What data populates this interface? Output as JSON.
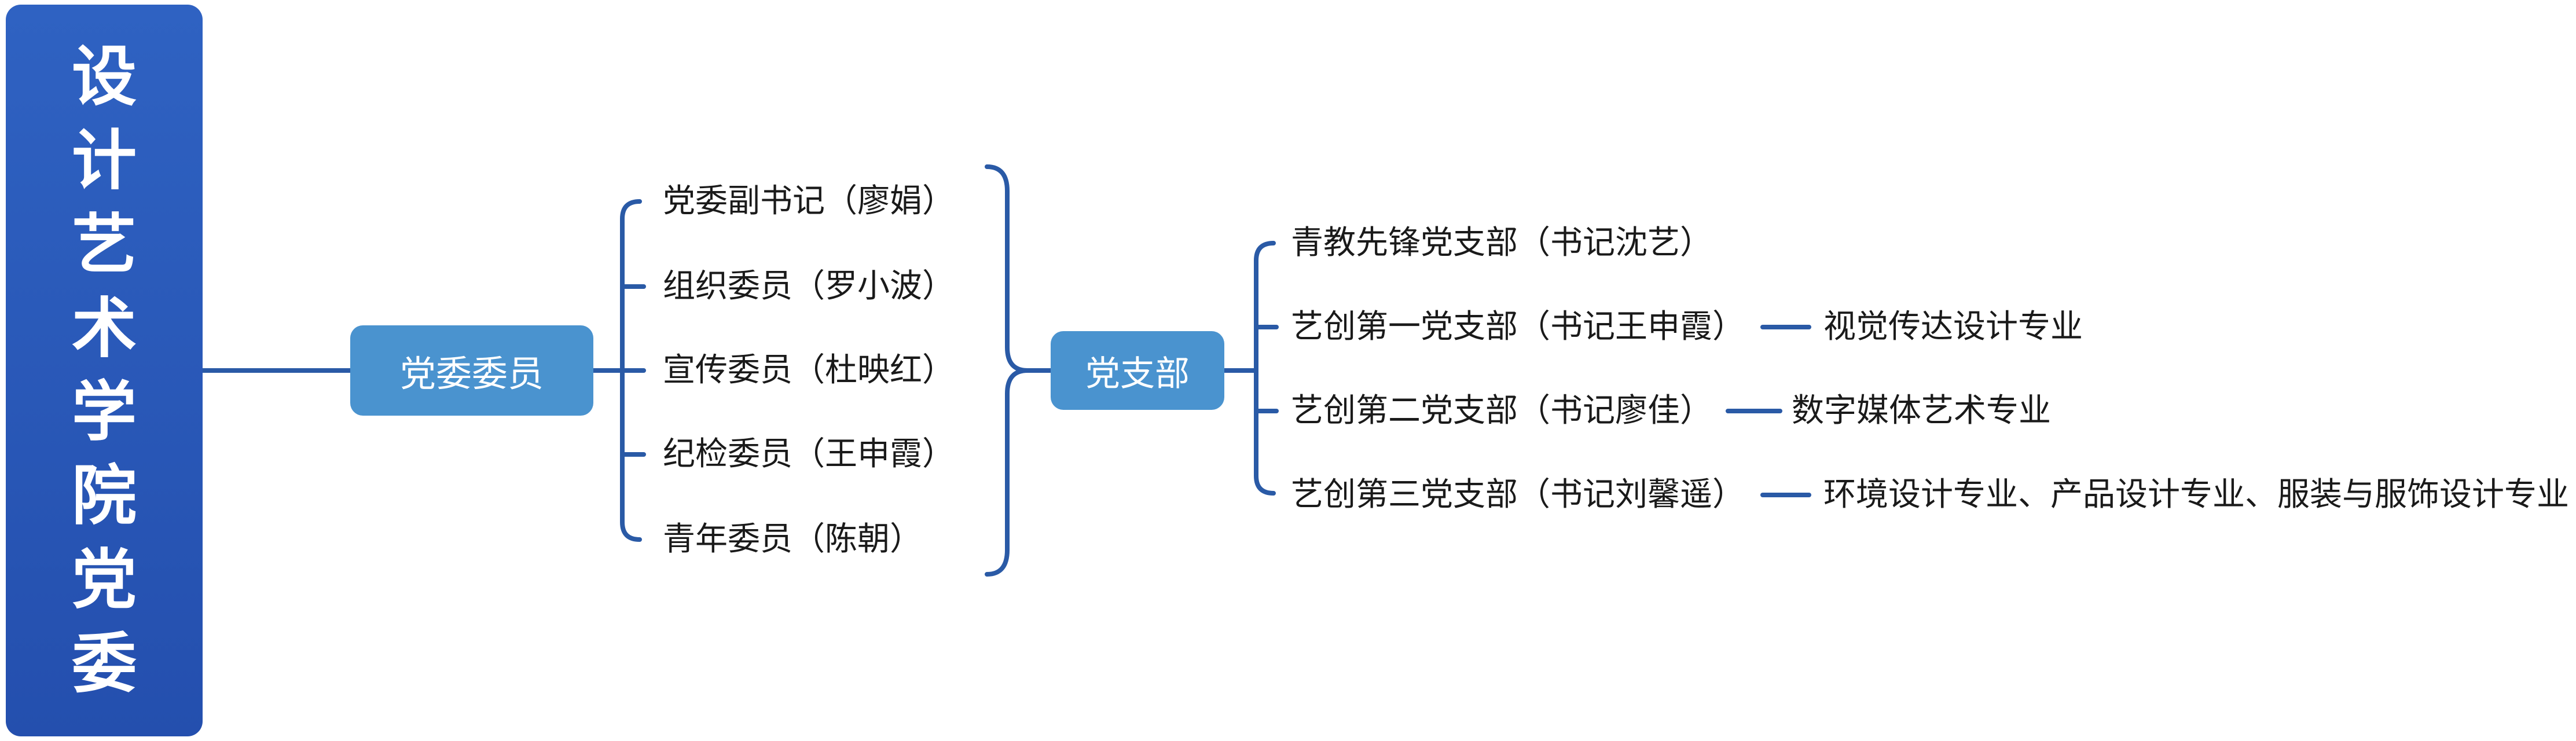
{
  "root": {
    "title_chars": [
      "设",
      "计",
      "艺",
      "术",
      "学",
      "院",
      "党",
      "委"
    ]
  },
  "committee": {
    "label": "党委委员",
    "members": [
      "党委副书记（廖娟）",
      "组织委员（罗小波）",
      "宣传委员（杜映红）",
      "纪检委员（王申霞）",
      "青年委员（陈朝）"
    ]
  },
  "branch": {
    "label": "党支部",
    "items": [
      {
        "name": "青教先锋党支部（书记沈艺）",
        "major": ""
      },
      {
        "name": "艺创第一党支部（书记王申霞）",
        "major": "视觉传达设计专业"
      },
      {
        "name": "艺创第二党支部（书记廖佳）",
        "major": "数字媒体艺术专业"
      },
      {
        "name": "艺创第三党支部（书记刘馨遥）",
        "major": "环境设计专业、产品设计专业、服装与服饰设计专业"
      }
    ]
  },
  "colors": {
    "root_bg": "#2a57b8",
    "hub_bg": "#4a93cf",
    "line": "#2a5aa6",
    "text": "#1a1a1a"
  }
}
